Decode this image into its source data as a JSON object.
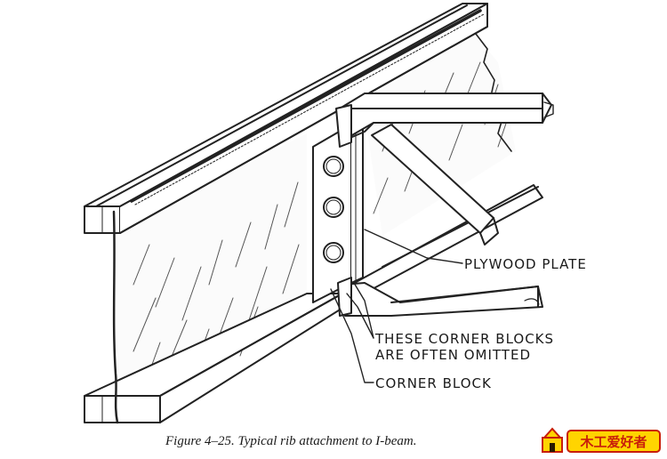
{
  "labels": {
    "plywood_plate": "PLYWOOD PLATE",
    "corner_blocks_line1": "THESE CORNER BLOCKS",
    "corner_blocks_line2": "ARE OFTEN OMITTED",
    "corner_block": "CORNER BLOCK"
  },
  "caption": "Figure 4–25.  Typical rib attachment to I-beam.",
  "watermark": {
    "text": "木工爱好者",
    "colors": {
      "fill": "#ffd400",
      "outline": "#c81e0a",
      "accent": "#2a1a00"
    }
  }
}
